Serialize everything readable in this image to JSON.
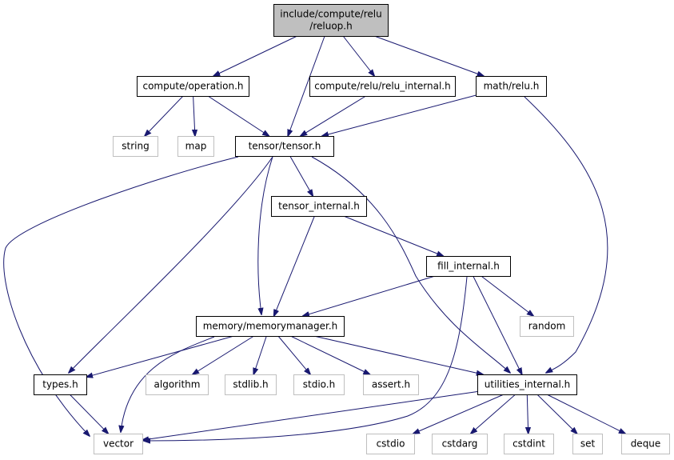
{
  "graph": {
    "type": "include-dependency-graph",
    "colors": {
      "edge": "#191970",
      "root_fill": "#bfbfbf",
      "system_border": "#bfbfbf",
      "node_border": "#000000"
    },
    "nodes": [
      {
        "id": "root",
        "lines": [
          "include/compute/relu",
          "/reluop.h"
        ],
        "kind": "root"
      },
      {
        "id": "operation",
        "lines": [
          "compute/operation.h"
        ],
        "kind": "file"
      },
      {
        "id": "relu_internal",
        "lines": [
          "compute/relu/relu_internal.h"
        ],
        "kind": "file"
      },
      {
        "id": "math_relu",
        "lines": [
          "math/relu.h"
        ],
        "kind": "file"
      },
      {
        "id": "string",
        "lines": [
          "string"
        ],
        "kind": "system"
      },
      {
        "id": "map",
        "lines": [
          "map"
        ],
        "kind": "system"
      },
      {
        "id": "tensor",
        "lines": [
          "tensor/tensor.h"
        ],
        "kind": "file"
      },
      {
        "id": "tensor_internal",
        "lines": [
          "tensor_internal.h"
        ],
        "kind": "file"
      },
      {
        "id": "fill_internal",
        "lines": [
          "fill_internal.h"
        ],
        "kind": "file"
      },
      {
        "id": "random",
        "lines": [
          "random"
        ],
        "kind": "system"
      },
      {
        "id": "memorymanager",
        "lines": [
          "memory/memorymanager.h"
        ],
        "kind": "file"
      },
      {
        "id": "types",
        "lines": [
          "types.h"
        ],
        "kind": "file"
      },
      {
        "id": "algorithm",
        "lines": [
          "algorithm"
        ],
        "kind": "system"
      },
      {
        "id": "stdlib",
        "lines": [
          "stdlib.h"
        ],
        "kind": "system"
      },
      {
        "id": "stdio",
        "lines": [
          "stdio.h"
        ],
        "kind": "system"
      },
      {
        "id": "assert",
        "lines": [
          "assert.h"
        ],
        "kind": "system"
      },
      {
        "id": "utilities_internal",
        "lines": [
          "utilities_internal.h"
        ],
        "kind": "file"
      },
      {
        "id": "vector",
        "lines": [
          "vector"
        ],
        "kind": "system"
      },
      {
        "id": "cstdio",
        "lines": [
          "cstdio"
        ],
        "kind": "system"
      },
      {
        "id": "cstdarg",
        "lines": [
          "cstdarg"
        ],
        "kind": "system"
      },
      {
        "id": "cstdint",
        "lines": [
          "cstdint"
        ],
        "kind": "system"
      },
      {
        "id": "set",
        "lines": [
          "set"
        ],
        "kind": "system"
      },
      {
        "id": "deque",
        "lines": [
          "deque"
        ],
        "kind": "system"
      }
    ],
    "edges": [
      {
        "from": "root",
        "to": "operation"
      },
      {
        "from": "root",
        "to": "tensor"
      },
      {
        "from": "root",
        "to": "relu_internal"
      },
      {
        "from": "root",
        "to": "math_relu"
      },
      {
        "from": "operation",
        "to": "string"
      },
      {
        "from": "operation",
        "to": "map"
      },
      {
        "from": "operation",
        "to": "tensor"
      },
      {
        "from": "relu_internal",
        "to": "tensor"
      },
      {
        "from": "math_relu",
        "to": "tensor"
      },
      {
        "from": "math_relu",
        "to": "utilities_internal"
      },
      {
        "from": "tensor",
        "to": "vector"
      },
      {
        "from": "tensor",
        "to": "types"
      },
      {
        "from": "tensor",
        "to": "memorymanager"
      },
      {
        "from": "tensor",
        "to": "tensor_internal"
      },
      {
        "from": "tensor",
        "to": "utilities_internal"
      },
      {
        "from": "tensor_internal",
        "to": "memorymanager"
      },
      {
        "from": "tensor_internal",
        "to": "fill_internal"
      },
      {
        "from": "fill_internal",
        "to": "memorymanager"
      },
      {
        "from": "fill_internal",
        "to": "vector"
      },
      {
        "from": "fill_internal",
        "to": "random"
      },
      {
        "from": "fill_internal",
        "to": "utilities_internal"
      },
      {
        "from": "memorymanager",
        "to": "types"
      },
      {
        "from": "memorymanager",
        "to": "vector"
      },
      {
        "from": "memorymanager",
        "to": "algorithm"
      },
      {
        "from": "memorymanager",
        "to": "stdlib"
      },
      {
        "from": "memorymanager",
        "to": "stdio"
      },
      {
        "from": "memorymanager",
        "to": "assert"
      },
      {
        "from": "memorymanager",
        "to": "utilities_internal"
      },
      {
        "from": "types",
        "to": "vector"
      },
      {
        "from": "utilities_internal",
        "to": "vector"
      },
      {
        "from": "utilities_internal",
        "to": "cstdio"
      },
      {
        "from": "utilities_internal",
        "to": "cstdarg"
      },
      {
        "from": "utilities_internal",
        "to": "cstdint"
      },
      {
        "from": "utilities_internal",
        "to": "set"
      },
      {
        "from": "utilities_internal",
        "to": "deque"
      }
    ]
  }
}
